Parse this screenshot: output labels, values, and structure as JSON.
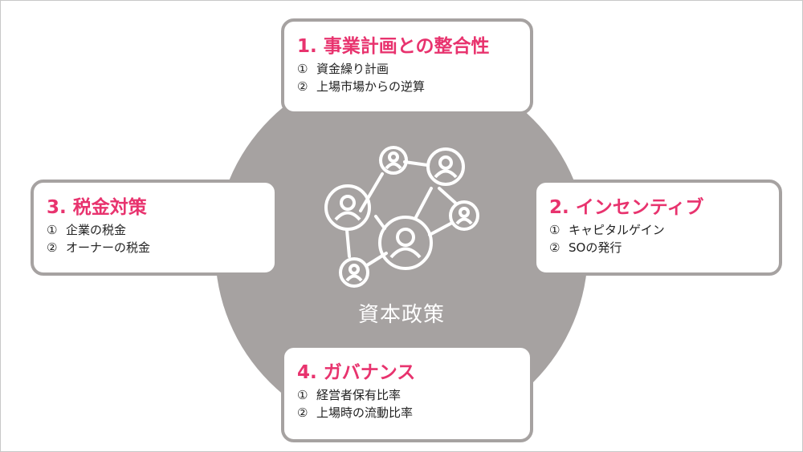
{
  "center": {
    "title": "資本政策",
    "icon": "network-people-icon"
  },
  "cards": [
    {
      "heading": "1. 事業計画との整合性",
      "items": [
        {
          "num": "①",
          "text": "資金繰り計画"
        },
        {
          "num": "②",
          "text": "上場市場からの逆算"
        }
      ]
    },
    {
      "heading": "2. インセンティブ",
      "items": [
        {
          "num": "①",
          "text": "キャピタルゲイン"
        },
        {
          "num": "②",
          "text": "SOの発行"
        }
      ]
    },
    {
      "heading": "3. 税金対策",
      "items": [
        {
          "num": "①",
          "text": "企業の税金"
        },
        {
          "num": "②",
          "text": "オーナーの税金"
        }
      ]
    },
    {
      "heading": "4. ガバナンス",
      "items": [
        {
          "num": "①",
          "text": "経営者保有比率"
        },
        {
          "num": "②",
          "text": "上場時の流動比率"
        }
      ]
    }
  ],
  "colors": {
    "accent": "#e8336e",
    "circle": "#a6a2a1",
    "border": "#a6a2a1",
    "text": "#222222"
  }
}
